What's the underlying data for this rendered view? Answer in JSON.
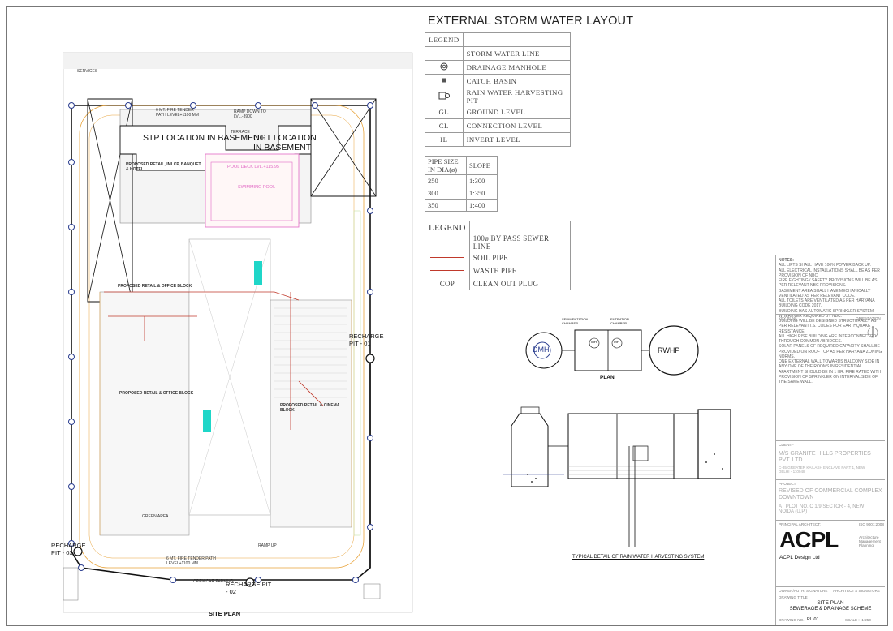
{
  "legend_title": "EXTERNAL STORM WATER LAYOUT",
  "legend_header": "LEGEND",
  "legend_rows": [
    {
      "icon": "line",
      "text": "STORM WATER LINE"
    },
    {
      "icon": "manhole",
      "text": "DRAINAGE MANHOLE"
    },
    {
      "icon": "basin",
      "text": "CATCH BASIN"
    },
    {
      "icon": "rwhp",
      "text": "RAIN WATER HARVESTING PIT"
    },
    {
      "icon": "GL",
      "text": "GROUND LEVEL"
    },
    {
      "icon": "CL",
      "text": "CONNECTION LEVEL"
    },
    {
      "icon": "IL",
      "text": "INVERT LEVEL"
    }
  ],
  "pipe_table": {
    "h1": "PIPE SIZE IN DIA(ø)",
    "h2": "SLOPE",
    "rows": [
      [
        "250",
        "1:300"
      ],
      [
        "300",
        "1:350"
      ],
      [
        "350",
        "1:400"
      ]
    ]
  },
  "legend2_header": "LEGEND",
  "legend2_rows": [
    {
      "icon": "red",
      "text": "100ø BY PASS SEWER LINE"
    },
    {
      "icon": "red",
      "text": "SOIL PIPE"
    },
    {
      "icon": "red",
      "text": "WASTE PIPE"
    },
    {
      "icon": "COP",
      "text": "CLEAN OUT PLUG"
    }
  ],
  "plan": {
    "stp": "STP LOCATION IN BASEMENT",
    "ugt": "UGT LOCATION IN BASEMENT",
    "pool_deck": "POOL DECK LVL.+115.95",
    "swimming_pool": "SWIMMING POOL",
    "fire_path_top": "6 MT. FIRE TENDER PATH LEVEL+1100 MM",
    "fire_path_bottom": "6 MT. FIRE TENDER PATH LEVEL+1100 MM",
    "ramp_down": "RAMP DOWN TO LVL.-3900",
    "services": "SERVICES",
    "block1": "PROPOSED RETAIL, IMLCP, BANQUET & HOTEL",
    "block2": "PROPOSED RETAIL & OFFICE BLOCK",
    "block3": "PROPOSED RETAIL & OFFICE BLOCK",
    "block4": "PROPOSED RETAIL & CINEMA BLOCK",
    "terrace": "TERRACE",
    "recharge1": "RECHARGE PIT - 01",
    "recharge2": "RECHARGE PIT - 02",
    "recharge3": "RECHARGE PIT - 03",
    "site_plan": "SITE PLAN",
    "open_car": "OPEN CAR PARKING",
    "green": "GREEN AREA",
    "ramp_up": "RAMP UP"
  },
  "detail": {
    "dmh": "DMH",
    "rwhp": "RWHP",
    "mh": "MH",
    "sed": "SEDIMENTATION CHAMBER",
    "fil": "FILTRATION CHAMBER",
    "plan": "PLAN",
    "caption": "TYPICAL DETAIL OF RAIN WATER HARVESTING SYSTEM"
  },
  "titleblock": {
    "notes_title": "NOTES:",
    "notes": [
      "ALL LIFTS SHALL HAVE 100% POWER BACK UP.",
      "ALL ELECTRICAL INSTALLATIONS SHALL BE AS PER PROVISION OF NBC.",
      "FIRE FIGHTING / SAFETY PROVISIONS WILL BE AS PER RELEVANT NBC PROVISIONS.",
      "BASEMENT AREA SHALL HAVE MECHANICALLY VENTILATED AS PER RELEVANT CODE.",
      "ALL TOILETS ARE VENTILATED AS PER HARYANA BUILDING CODE 2017.",
      "BUILDING HAS AUTOMATIC SPRINKLER SYSTEM WHEREVER REQUIRED BY NBC.",
      "BUILDING WILL BE DESIGNED STRUCTURALLY AS PER RELEVANT I.S. CODES FOR EARTHQUAKE RESISTANCE.",
      "ALL HIGH RISE BUILDING ARE INTERCONNECTED THROUGH COMMON / BRIDGES.",
      "SOLAR PANELS OF REQUIRED CAPACITY SHALL BE PROVIDED ON ROOF TOP AS PER HARYANA ZONING NORMS.",
      "ONE EXTERNAL WALL TOWARDS BALCONY SIDE IN ANY ONE OF THE ROOMS IN RESIDENTIAL APARTMENT SHOULD BE IN 1 HR. FIRE RATED WITH PROVISION OF SPRINKLER ON INTERNAL SIDE OF THE SAME WALL."
    ],
    "key_plan": "KEY PLAN",
    "orientation": "ORIENTATION",
    "client_label": "CLIENT:-",
    "client": "M/S GRANITE HILLS PROPERTIES PVT. LTD.",
    "client_addr": "C-35 GREATER KAILASH ENCLAVE PART 1, NEW DELHI - 110048",
    "project_label": "PROJECT:",
    "project": "REVISED OF COMMERCIAL COMPLEX DOWNTOWN",
    "project_addr": "AT PLOT NO. C 1/9 SECTOR - 4, NEW NOIDA (U.P.)",
    "architect_label": "PRINCIPAL ARCHITECT:",
    "logo": "ACPL",
    "firm": "ACPL Design Ltd",
    "firm_tag": "Architecture Management Planning",
    "iso": "ISO 9001:2008",
    "owner_sign": "OWNER/AUTH. SIGNATURE",
    "arch_sign": "ARCHITECT'S SIGNATURE",
    "drawing_title_label": "DRAWING TITLE",
    "drawing_title": "SITE PLAN",
    "drawing_subtitle": "SEWERAGE & DRAINAGE SCHEME",
    "drawing_no_label": "DRAWING NO.",
    "drawing_no": "PL-01",
    "scale": "SCALE :- 1:250"
  },
  "colors": {
    "red": "#c0392b",
    "cyan": "#1fd6c8",
    "pink": "#e26ac5",
    "orange": "#e8a33a",
    "blue": "#2a3d8f"
  }
}
